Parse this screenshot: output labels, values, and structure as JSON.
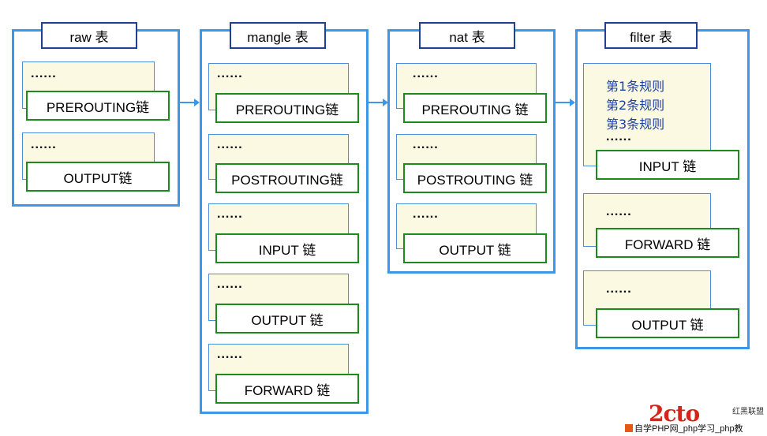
{
  "tables": [
    {
      "title": "raw 表",
      "chains": [
        {
          "dots": "......",
          "label": "PREROUTING链"
        },
        {
          "dots": "......",
          "label": "OUTPUT链"
        }
      ]
    },
    {
      "title": "mangle 表",
      "chains": [
        {
          "dots": "......",
          "label": "PREROUTING链"
        },
        {
          "dots": "......",
          "label": "POSTROUTING链"
        },
        {
          "dots": "......",
          "label": "INPUT 链"
        },
        {
          "dots": "......",
          "label": "OUTPUT 链"
        },
        {
          "dots": "......",
          "label": "FORWARD 链"
        }
      ]
    },
    {
      "title": "nat 表",
      "chains": [
        {
          "dots": "......",
          "label": "PREROUTING 链"
        },
        {
          "dots": "......",
          "label": "POSTROUTING 链"
        },
        {
          "dots": "......",
          "label": "OUTPUT 链"
        }
      ]
    },
    {
      "title": "filter 表",
      "rules": [
        "第1条规则",
        "第2条规则",
        "第3条规则"
      ],
      "chains": [
        {
          "dots": "......",
          "label": "INPUT 链"
        },
        {
          "dots": "......",
          "label": "FORWARD 链"
        },
        {
          "dots": "......",
          "label": "OUTPUT 链"
        }
      ]
    }
  ],
  "watermark": {
    "logo": "2cto",
    "brand": "红黑联盟",
    "text": "自学PHP网_php学习_php教"
  },
  "colors": {
    "table_border": "#3d97e8",
    "title_border": "#1f3f99",
    "chain_border": "#1d8a1d",
    "note_fill": "#fbf9e2",
    "rule_text": "#1e3fa8"
  }
}
